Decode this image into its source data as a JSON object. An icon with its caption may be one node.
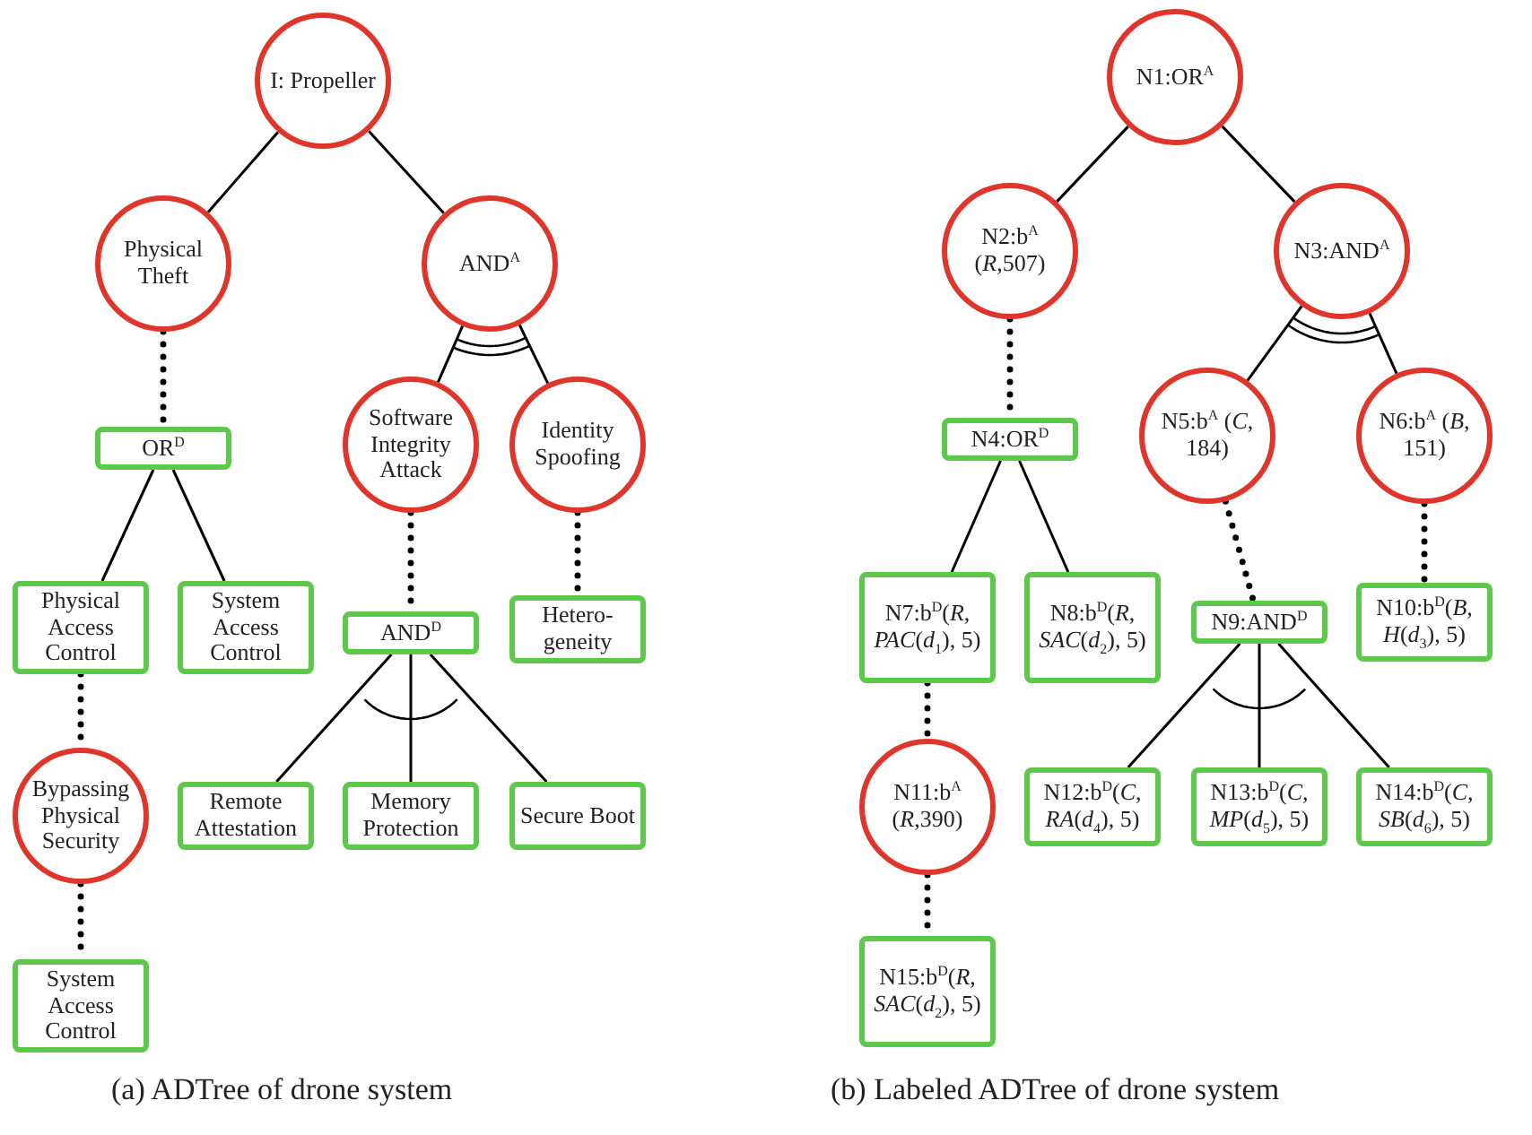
{
  "diagram": {
    "nodes": [
      {
        "text": [
          "I: Propeller"
        ]
      },
      {
        "text": [
          "Physical Theft"
        ]
      },
      {
        "text": [
          "AND$^{A}$"
        ]
      },
      {
        "text": [
          "OR$^{D}$"
        ]
      },
      {
        "text": [
          "Software Integrity Attack"
        ]
      },
      {
        "text": [
          "Identity Spoofing"
        ]
      },
      {
        "text": [
          "Physical Access Control"
        ]
      },
      {
        "text": [
          "System Access Control"
        ]
      },
      {
        "text": [
          "AND$^{D}$"
        ]
      },
      {
        "text": [
          "Hetero- geneity"
        ]
      },
      {
        "text": [
          "Bypassing Physical Security"
        ]
      },
      {
        "text": [
          "Remote Attestation"
        ]
      },
      {
        "text": [
          "Memory Protection"
        ]
      },
      {
        "text": [
          "Secure Boot"
        ]
      },
      {
        "text": [
          "System Access Control"
        ]
      },
      {
        "text": [
          "N1:OR$^{A}$"
        ]
      },
      {
        "text": [
          "N2:b$^{A}$ (*R*,507)"
        ]
      },
      {
        "text": [
          "N3:AND$^{A}$"
        ]
      },
      {
        "text": [
          "N4:OR$^{D}$"
        ]
      },
      {
        "text": [
          "N5:b$^{A}$ (*C*, 184)"
        ]
      },
      {
        "text": [
          "N6:b$^{A}$ (*B*, 151)"
        ]
      },
      {
        "text": [
          "N7:b$^{D}$(*R*, *PAC*(*d*$_{1}$), 5)"
        ]
      },
      {
        "text": [
          "N8:b$^{D}$(*R*, *SAC*(*d*$_{2}$), 5)"
        ]
      },
      {
        "text": [
          "N9:AND$^{D}$"
        ]
      },
      {
        "text": [
          "N10:b$^{D}$(*B*, *H*(*d*$_{3}$), 5)"
        ]
      },
      {
        "text": [
          "N11:b$^{A}$ (*R*,390)"
        ]
      },
      {
        "text": [
          "N12:b$^{D}$(*C*, *RA*(*d*$_{4}$), 5)"
        ]
      },
      {
        "text": [
          "N13:b$^{D}$(*C*, *MP*(*d*$_{5}$), 5)"
        ]
      },
      {
        "text": [
          "N14:b$^{D}$(*C*, *SB*(*d*$_{6}$), 5)"
        ]
      },
      {
        "text": [
          "N15:b$^{D}$(*R*, *SAC*(*d*$_{2}$), 5)"
        ]
      }
    ],
    "edges": [
      {
        "from": 0,
        "to": 1,
        "arrow": "none"
      },
      {
        "from": 0,
        "to": 2,
        "arrow": "none"
      },
      {
        "from": 1,
        "to": 3,
        "arrow": "none",
        "style": "dashed"
      },
      {
        "from": 2,
        "to": 4,
        "arrow": "none"
      },
      {
        "from": 2,
        "to": 5,
        "arrow": "none"
      },
      {
        "from": 3,
        "to": 6,
        "arrow": "none"
      },
      {
        "from": 3,
        "to": 7,
        "arrow": "none"
      },
      {
        "from": 4,
        "to": 8,
        "arrow": "none",
        "style": "dashed"
      },
      {
        "from": 5,
        "to": 9,
        "arrow": "none",
        "style": "dashed"
      },
      {
        "from": 6,
        "to": 10,
        "arrow": "none",
        "style": "dashed"
      },
      {
        "from": 8,
        "to": 11,
        "arrow": "none"
      },
      {
        "from": 8,
        "to": 12,
        "arrow": "none"
      },
      {
        "from": 8,
        "to": 13,
        "arrow": "none"
      },
      {
        "from": 10,
        "to": 14,
        "arrow": "none",
        "style": "dashed"
      },
      {
        "from": 15,
        "to": 16,
        "arrow": "none"
      },
      {
        "from": 15,
        "to": 17,
        "arrow": "none"
      },
      {
        "from": 16,
        "to": 18,
        "arrow": "none",
        "style": "dashed"
      },
      {
        "from": 17,
        "to": 19,
        "arrow": "none"
      },
      {
        "from": 17,
        "to": 20,
        "arrow": "none"
      },
      {
        "from": 18,
        "to": 21,
        "arrow": "none"
      },
      {
        "from": 18,
        "to": 22,
        "arrow": "none"
      },
      {
        "from": 19,
        "to": 23,
        "arrow": "none",
        "style": "dashed"
      },
      {
        "from": 20,
        "to": 24,
        "arrow": "none",
        "style": "dashed"
      },
      {
        "from": 21,
        "to": 25,
        "arrow": "none",
        "style": "dashed"
      },
      {
        "from": 23,
        "to": 26,
        "arrow": "none"
      },
      {
        "from": 23,
        "to": 27,
        "arrow": "none"
      },
      {
        "from": 23,
        "to": 28,
        "arrow": "none"
      },
      {
        "from": 25,
        "to": 29,
        "arrow": "none",
        "style": "dashed"
      }
    ],
    "labels": [
      "(a) ADTree of drone system",
      "(b) Labeled ADTree of drone system"
    ]
  }
}
